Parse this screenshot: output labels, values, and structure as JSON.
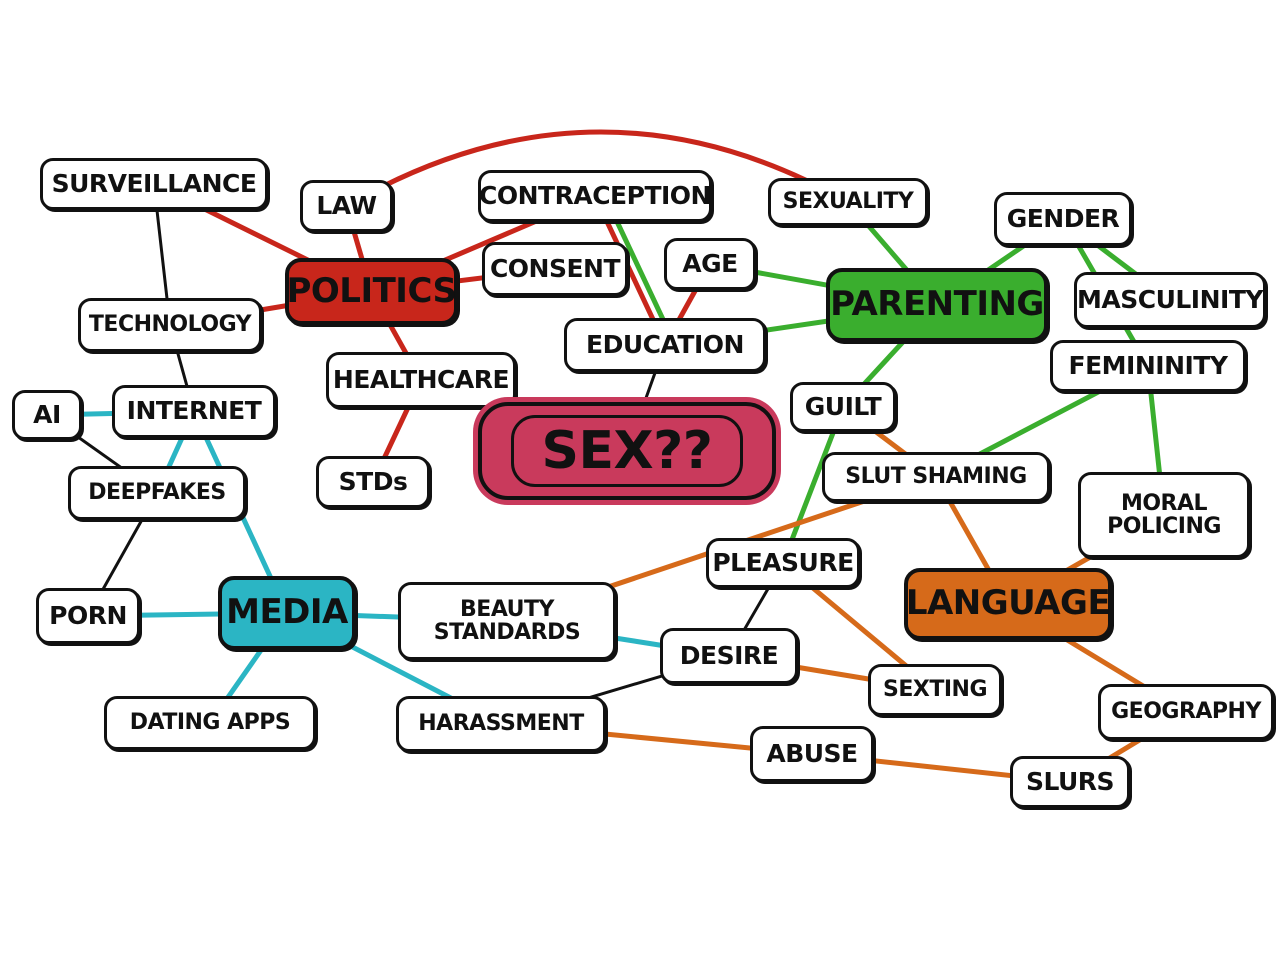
{
  "colors": {
    "politics": "#c8261b",
    "parenting": "#3aae2e",
    "media": "#2bb5c4",
    "language": "#d66a1a",
    "core": "#c93a5c",
    "neutral": "#111111"
  },
  "nodes": {
    "surveillance": "SURVEILLANCE",
    "law": "LAW",
    "contraception": "CONTRACEPTION",
    "sexuality": "SEXUALITY",
    "gender": "GENDER",
    "politics": "POLITICS",
    "consent": "CONSENT",
    "age": "AGE",
    "parenting": "PARENTING",
    "masculinity": "MASCULINITY",
    "technology": "TECHNOLOGY",
    "education": "EDUCATION",
    "healthcare": "HEALTHCARE",
    "femininity": "FEMININITY",
    "ai": "AI",
    "internet": "INTERNET",
    "guilt": "GUILT",
    "sex": "SEX??",
    "stds": "STDs",
    "slut_shaming": "SLUT SHAMING",
    "deepfakes": "DEEPFAKES",
    "moral_policing": "MORAL POLICING",
    "pleasure": "PLEASURE",
    "porn": "PORN",
    "media": "MEDIA",
    "beauty_standards": "BEAUTY STANDARDS",
    "language": "LANGUAGE",
    "desire": "DESIRE",
    "sexting": "SEXTING",
    "dating_apps": "DATING APPS",
    "harassment": "HARASSMENT",
    "geography": "GEOGRAPHY",
    "abuse": "ABUSE",
    "slurs": "SLURS"
  },
  "edges": [
    [
      "politics",
      "surveillance",
      "politics"
    ],
    [
      "politics",
      "law",
      "politics"
    ],
    [
      "politics",
      "contraception",
      "politics"
    ],
    [
      "politics",
      "technology",
      "politics"
    ],
    [
      "politics",
      "healthcare",
      "politics"
    ],
    [
      "healthcare",
      "stds",
      "politics"
    ],
    [
      "politics",
      "consent",
      "politics"
    ],
    [
      "law",
      "sexuality",
      "politics"
    ],
    [
      "contraception",
      "education",
      "politics"
    ],
    [
      "age",
      "education",
      "politics"
    ],
    [
      "surveillance",
      "technology",
      "neutral"
    ],
    [
      "technology",
      "internet",
      "neutral"
    ],
    [
      "ai",
      "deepfakes",
      "neutral"
    ],
    [
      "deepfakes",
      "porn",
      "neutral"
    ],
    [
      "education",
      "sex",
      "neutral"
    ],
    [
      "pleasure",
      "desire",
      "neutral"
    ],
    [
      "desire",
      "harassment",
      "neutral"
    ],
    [
      "sexuality",
      "parenting",
      "parenting"
    ],
    [
      "age",
      "parenting",
      "parenting"
    ],
    [
      "education",
      "parenting",
      "parenting"
    ],
    [
      "parenting",
      "gender",
      "parenting"
    ],
    [
      "gender",
      "masculinity",
      "parenting"
    ],
    [
      "gender",
      "femininity",
      "parenting"
    ],
    [
      "femininity",
      "slut_shaming",
      "parenting"
    ],
    [
      "femininity",
      "moral_policing",
      "parenting"
    ],
    [
      "parenting",
      "guilt",
      "parenting"
    ],
    [
      "guilt",
      "pleasure",
      "parenting"
    ],
    [
      "contraception",
      "education",
      "parenting"
    ],
    [
      "guilt",
      "slut_shaming",
      "language"
    ],
    [
      "slut_shaming",
      "beauty_standards",
      "language"
    ],
    [
      "slut_shaming",
      "language",
      "language"
    ],
    [
      "moral_policing",
      "language",
      "language"
    ],
    [
      "pleasure",
      "sexting",
      "language"
    ],
    [
      "desire",
      "sexting",
      "language"
    ],
    [
      "language",
      "geography",
      "language"
    ],
    [
      "geography",
      "slurs",
      "language"
    ],
    [
      "harassment",
      "abuse",
      "language"
    ],
    [
      "abuse",
      "slurs",
      "language"
    ],
    [
      "ai",
      "internet",
      "media"
    ],
    [
      "internet",
      "deepfakes",
      "media"
    ],
    [
      "internet",
      "media",
      "media"
    ],
    [
      "porn",
      "media",
      "media"
    ],
    [
      "media",
      "dating_apps",
      "media"
    ],
    [
      "media",
      "beauty_standards",
      "media"
    ],
    [
      "media",
      "harassment",
      "media"
    ],
    [
      "beauty_standards",
      "desire",
      "media"
    ]
  ]
}
